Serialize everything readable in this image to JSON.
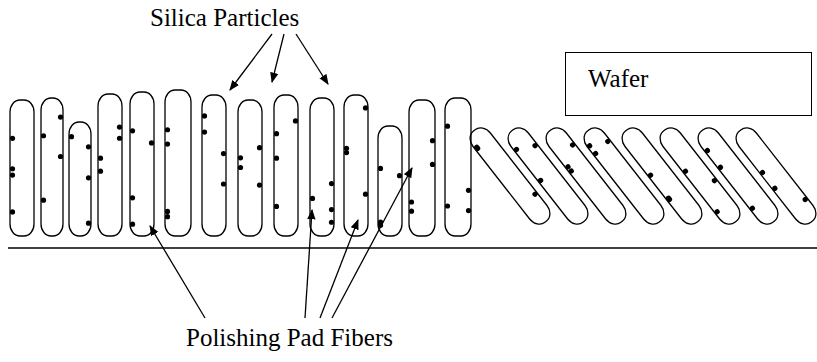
{
  "diagram": {
    "nodes": [
      {
        "text": [
          "Wafer"
        ]
      }
    ],
    "labels": [
      "Silica Particles",
      "Polishing Pad Fibers"
    ]
  }
}
